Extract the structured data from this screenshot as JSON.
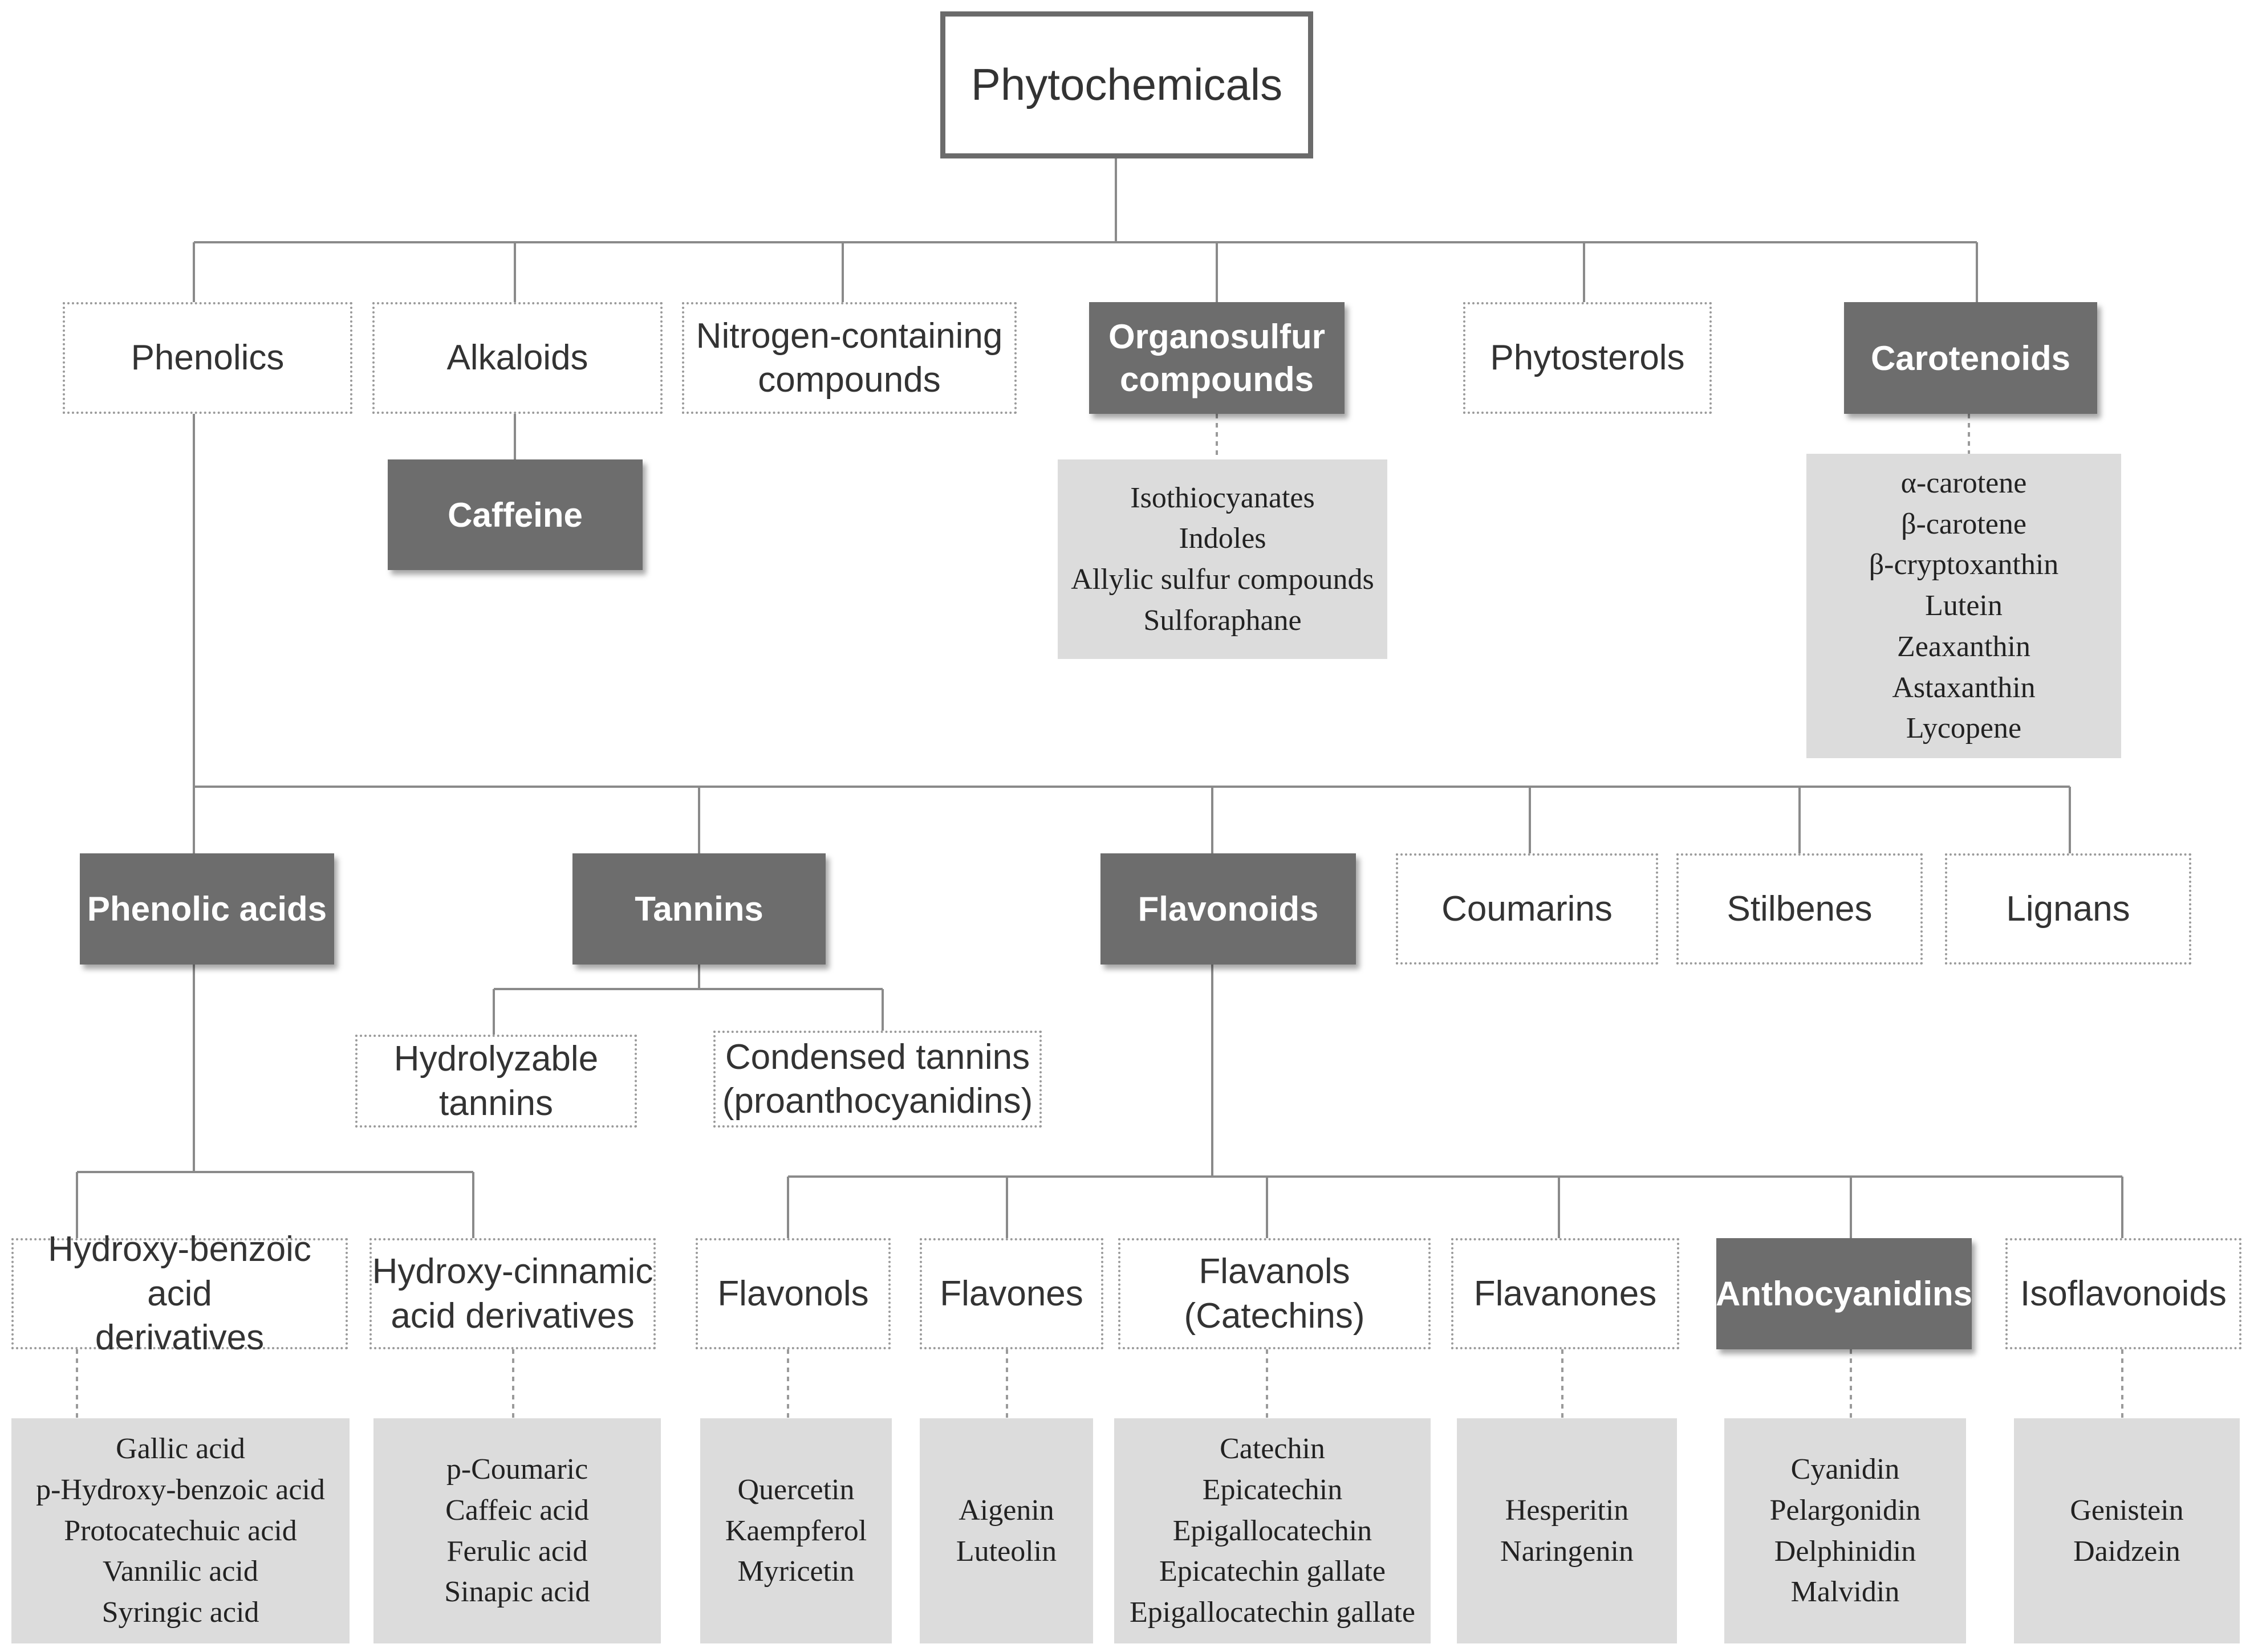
{
  "root": "Phytochemicals",
  "categories": {
    "phenolics": "Phenolics",
    "alkaloids": "Alkaloids",
    "nitrogen": "Nitrogen-containing\ncompounds",
    "organosulfur": "Organosulfur\ncompounds",
    "phytosterols": "Phytosterols",
    "carotenoids": "Carotenoids"
  },
  "caffeine": "Caffeine",
  "organosulfur_items": [
    "Isothiocyanates",
    "Indoles",
    "Allylic sulfur compounds",
    "Sulforaphane"
  ],
  "carotenoid_items": [
    "α-carotene",
    "β-carotene",
    "β-cryptoxanthin",
    "Lutein",
    "Zeaxanthin",
    "Astaxanthin",
    "Lycopene"
  ],
  "phenolic_classes": {
    "phenolic_acids": "Phenolic acids",
    "tannins": "Tannins",
    "flavonoids": "Flavonoids",
    "coumarins": "Coumarins",
    "stilbenes": "Stilbenes",
    "lignans": "Lignans"
  },
  "tannin_types": {
    "hydrolyzable": "Hydrolyzable\ntannins",
    "condensed": "Condensed tannins\n(proanthocyanidins)"
  },
  "acid_types": {
    "hydroxybenzoic": "Hydroxy-benzoic acid\nderivatives",
    "hydroxycinnamic": "Hydroxy-cinnamic\nacid derivatives"
  },
  "flavonoid_types": {
    "flavonols": "Flavonols",
    "flavones": "Flavones",
    "flavanols": "Flavanols\n(Catechins)",
    "flavanones": "Flavanones",
    "anthocyanidins": "Anthocyanidins",
    "isoflavonoids": "Isoflavonoids"
  },
  "examples": {
    "hydroxybenzoic": [
      "Gallic acid",
      "p-Hydroxy-benzoic acid",
      "Protocatechuic acid",
      "Vannilic acid",
      "Syringic acid"
    ],
    "hydroxycinnamic": [
      "p-Coumaric",
      "Caffeic acid",
      "Ferulic acid",
      "Sinapic acid"
    ],
    "flavonols": [
      "Quercetin",
      "Kaempferol",
      "Myricetin"
    ],
    "flavones": [
      "Aigenin",
      "Luteolin"
    ],
    "flavanols": [
      "Catechin",
      "Epicatechin",
      "Epigallocatechin",
      "Epicatechin gallate",
      "Epigallocatechin gallate"
    ],
    "flavanones": [
      "Hesperitin",
      "Naringenin"
    ],
    "anthocyanidins": [
      "Cyanidin",
      "Pelargonidin",
      "Delphinidin",
      "Malvidin"
    ],
    "isoflavonoids": [
      "Genistein",
      "Daidzein"
    ]
  }
}
